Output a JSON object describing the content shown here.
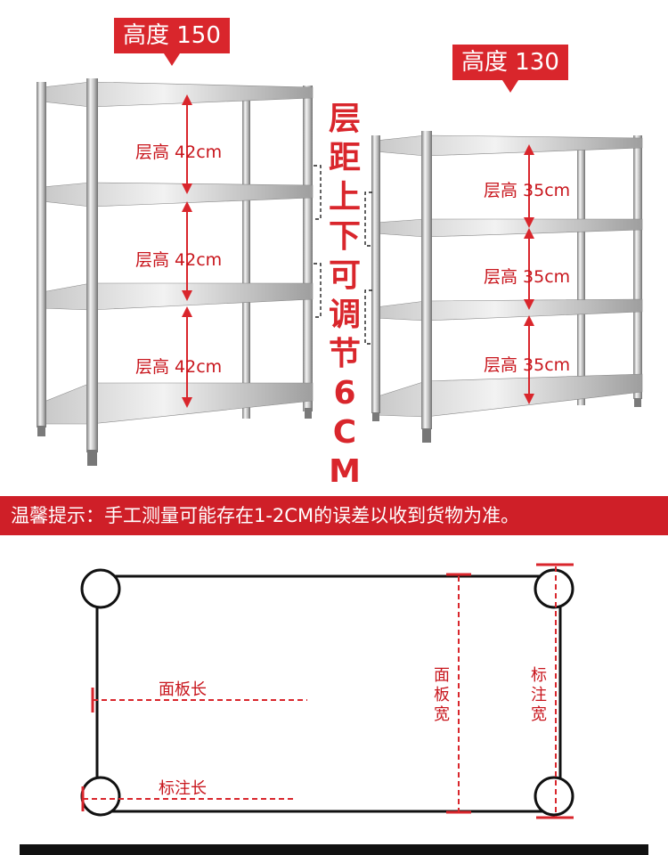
{
  "rack_left": {
    "height_tag": "高度 150",
    "layers": [
      "层高 42cm",
      "层高 42cm",
      "层高 42cm"
    ]
  },
  "rack_right": {
    "height_tag": "高度 130",
    "layers": [
      "层高 35cm",
      "层高 35cm",
      "层高 35cm"
    ]
  },
  "adjust_note": "层距上下可调节6CM",
  "notice": "温馨提示：手工测量可能存在1-2CM的误差以收到货物为准。",
  "diagram": {
    "panel_length": "面板长",
    "marked_length": "标注长",
    "panel_width": "面板宽",
    "marked_width": "标注宽"
  },
  "colors": {
    "accent": "#d9262c",
    "steel_light": "#eeeeee",
    "steel_dark": "#8a8a8a"
  }
}
